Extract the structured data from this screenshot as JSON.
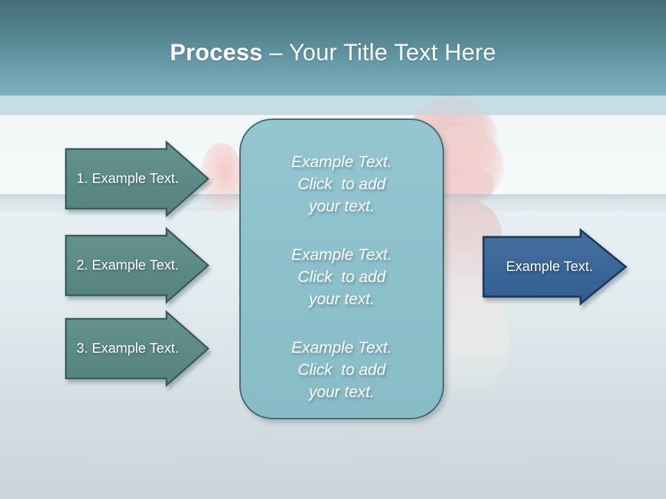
{
  "title": {
    "bold": "Process",
    "rest": " – Your Title Text Here"
  },
  "steps": [
    {
      "label": "1. Example Text."
    },
    {
      "label": "2. Example Text."
    },
    {
      "label": "3. Example Text."
    }
  ],
  "panel": {
    "blocks": [
      {
        "line1": "Example Text.",
        "line2": "Click  to add",
        "line3": "your text."
      },
      {
        "line1": "Example Text.",
        "line2": "Click  to add",
        "line3": "your text."
      },
      {
        "line1": "Example Text.",
        "line2": "Click  to add",
        "line3": "your text."
      }
    ]
  },
  "output_arrow": {
    "label": "Example Text."
  },
  "colors": {
    "header_top": "#446e7a",
    "header_bottom": "#7db0bd",
    "strip": "#c7dfe5",
    "white_band": "#f3f8f8",
    "water_top": "#e6eff2",
    "water_bottom": "#cbd5d9",
    "step_arrow_fill": "#5b8a86",
    "step_arrow_stroke": "#3a5a56",
    "panel_fill": "#8ec2cd",
    "panel_stroke": "#44666d",
    "output_arrow_fill": "#39659a",
    "output_arrow_stroke": "#1d3b5f",
    "text": "#ffffff"
  }
}
